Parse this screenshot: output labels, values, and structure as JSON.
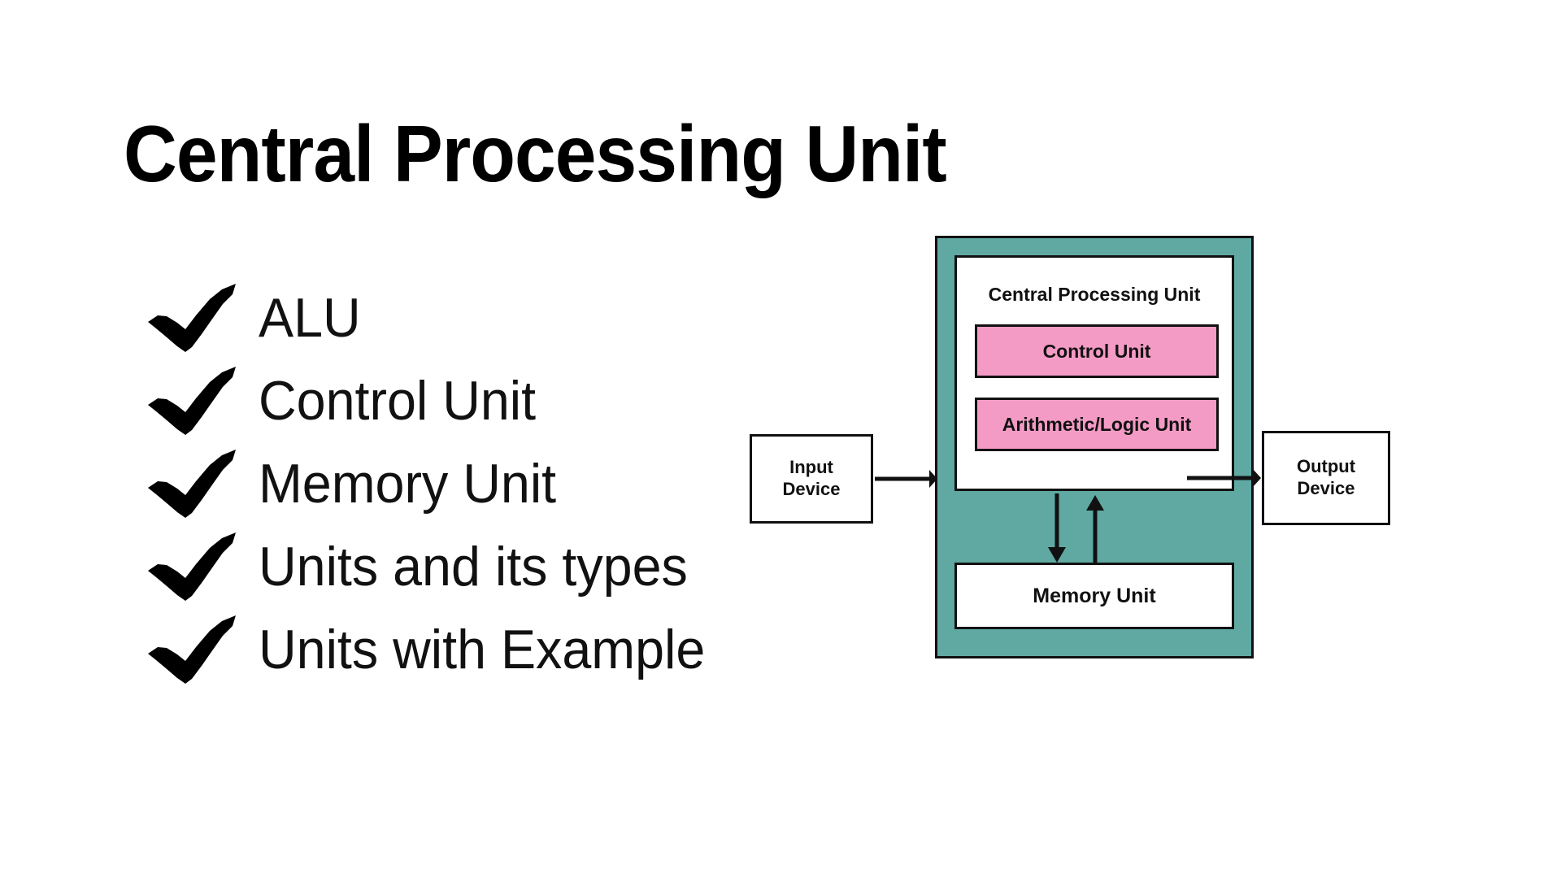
{
  "slide": {
    "background_color": "#FFFFFF",
    "title": "Central Processing Unit"
  },
  "bullets": {
    "icon": "checkmark-icon",
    "items": [
      {
        "label": "ALU"
      },
      {
        "label": "Control Unit"
      },
      {
        "label": "Memory Unit"
      },
      {
        "label": "Units and its types"
      },
      {
        "label": "Units with Example"
      }
    ]
  },
  "diagram": {
    "type": "block-diagram",
    "colors": {
      "chassis_teal": "#5FA9A2",
      "unit_pink": "#F49BC5",
      "box_white": "#FFFFFF",
      "stroke_black": "#111111"
    },
    "input_device": {
      "line1": "Input",
      "line2": "Device"
    },
    "output_device": {
      "line1": "Output",
      "line2": "Device"
    },
    "cpu": {
      "title": "Central Processing Unit",
      "control_unit": "Control Unit",
      "alu": "Arithmetic/Logic Unit"
    },
    "memory_unit": "Memory Unit",
    "arrows": [
      {
        "name": "input-to-cpu-arrow",
        "direction": "right"
      },
      {
        "name": "cpu-to-output-arrow",
        "direction": "right"
      },
      {
        "name": "cpu-to-memory-arrow",
        "direction": "down"
      },
      {
        "name": "memory-to-cpu-arrow",
        "direction": "up"
      }
    ]
  }
}
